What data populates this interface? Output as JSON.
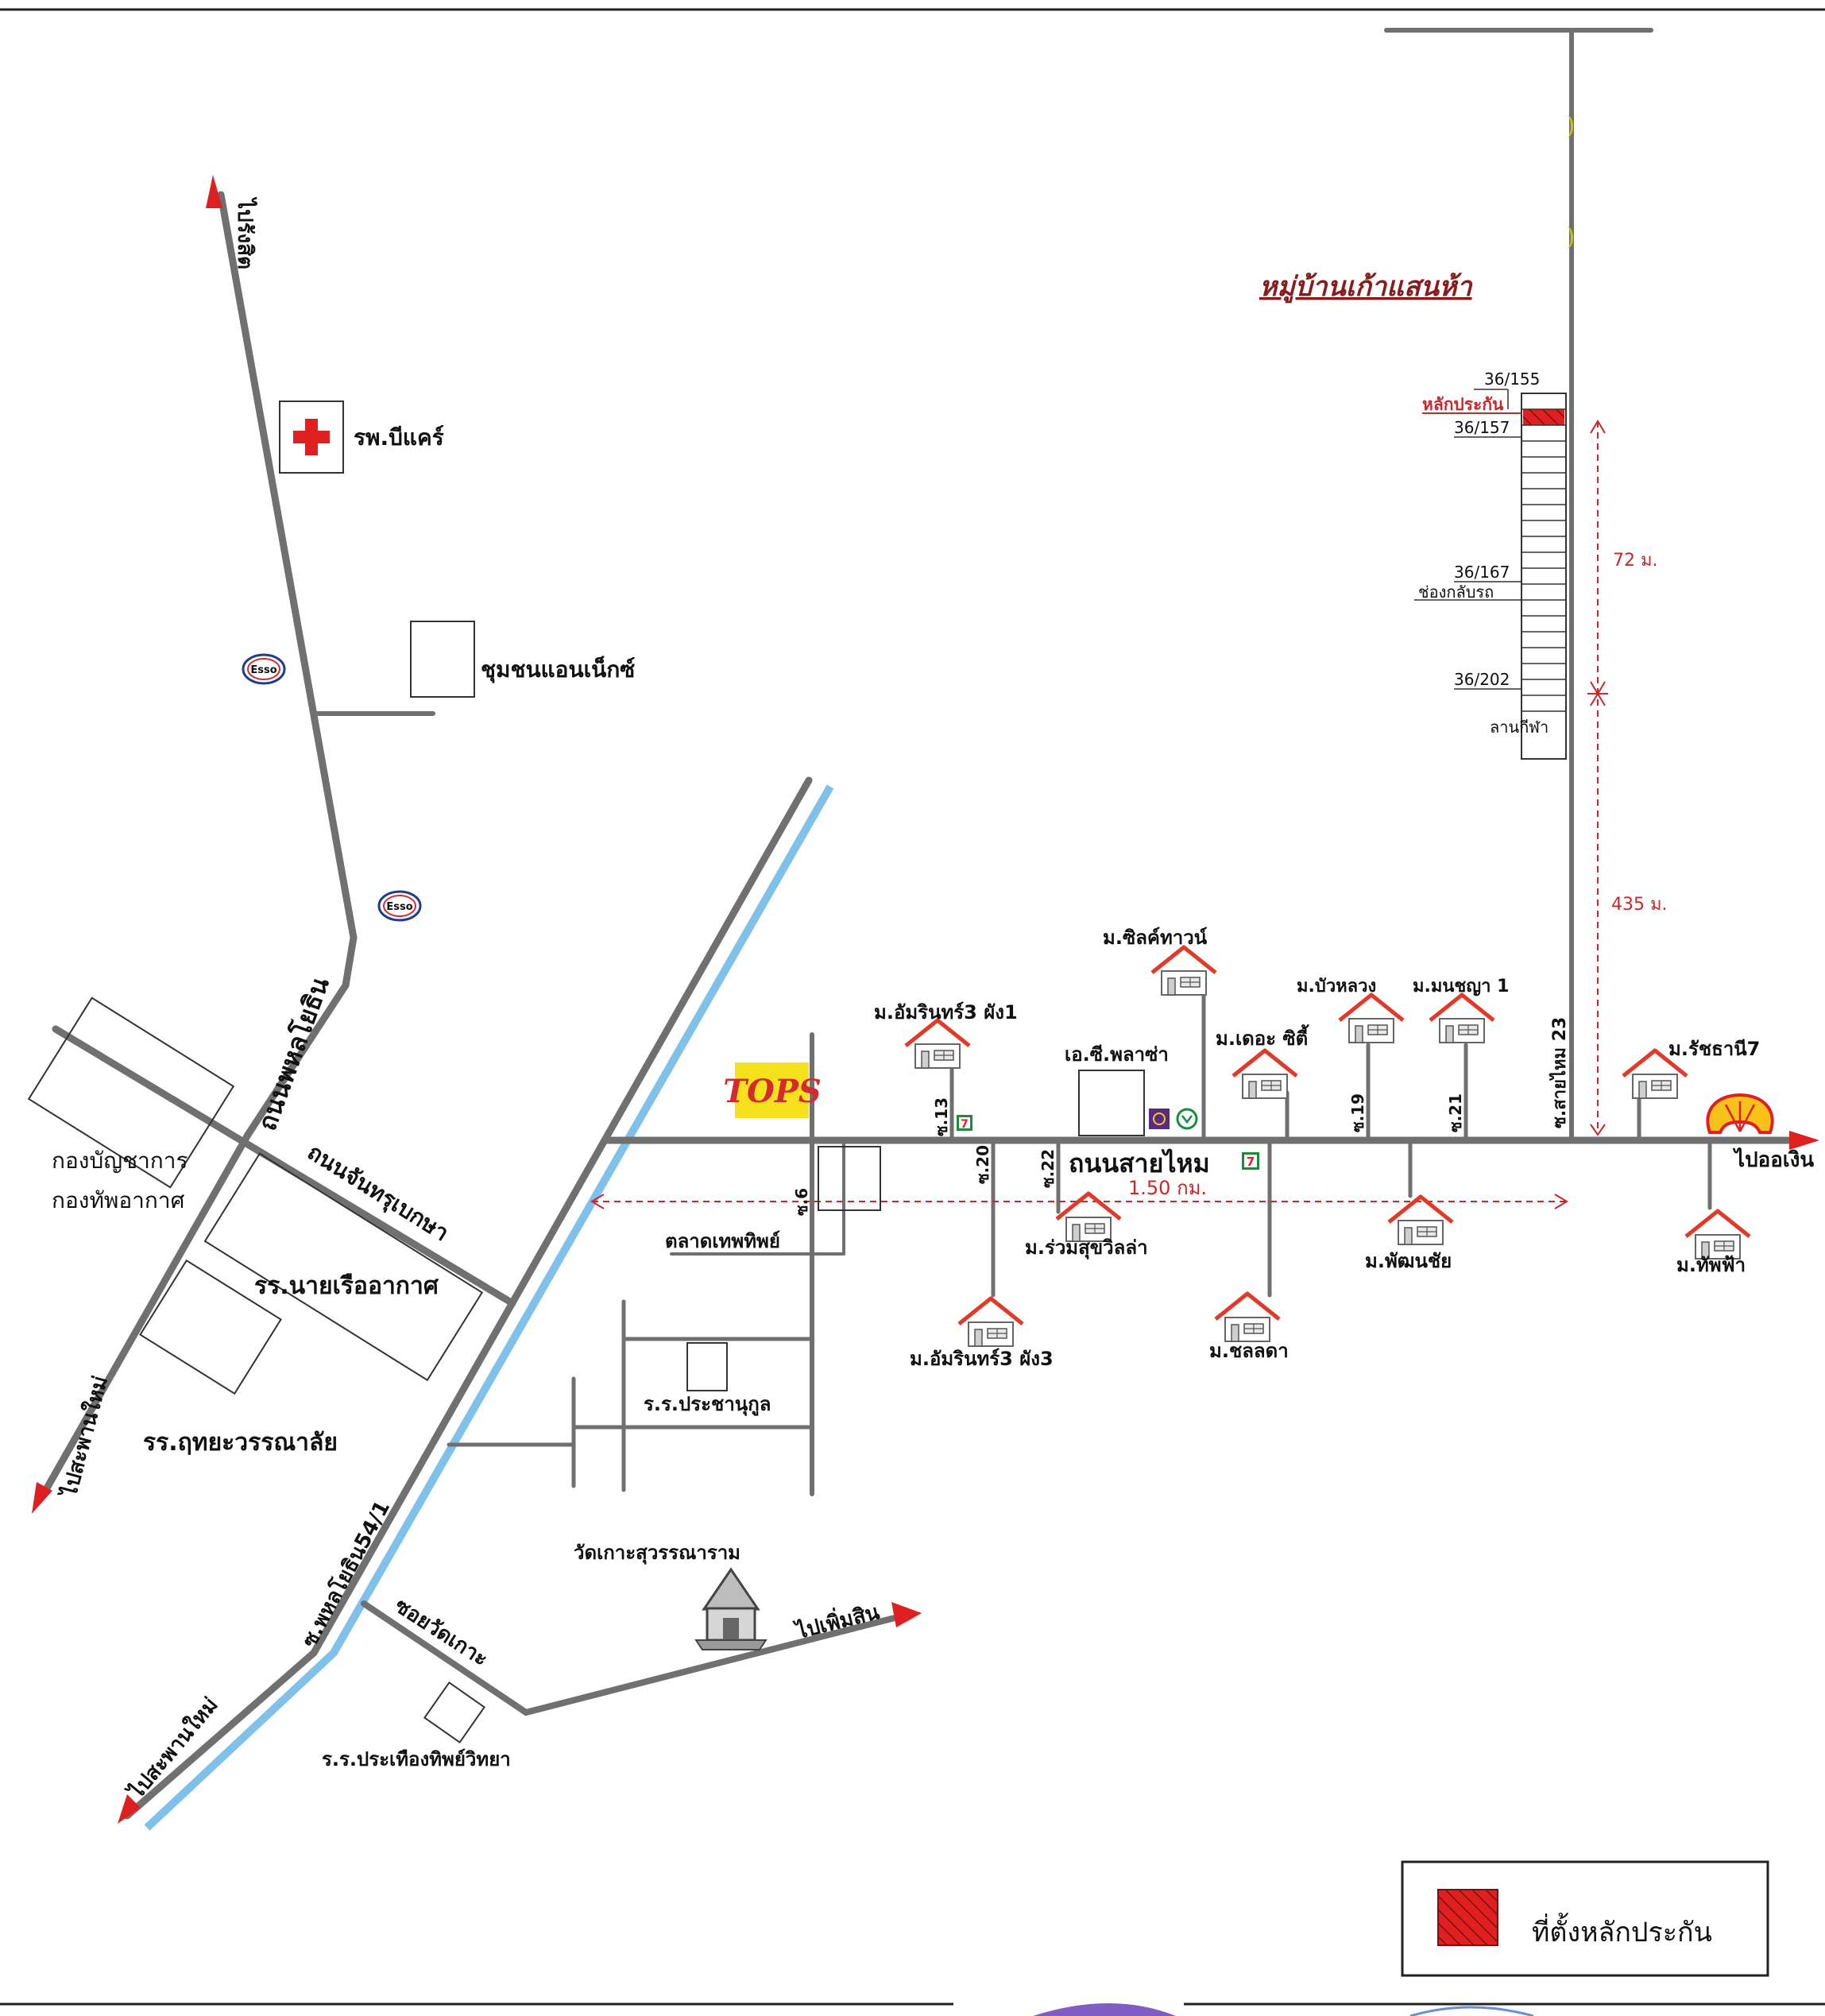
{
  "colors": {
    "road": "#707070",
    "canal": "#7fc1ea",
    "accent_red": "#e02020",
    "dim_red": "#c8282a",
    "tops_bg": "#f6e21c",
    "shell_yellow": "#f8c21a",
    "seven_green": "#1e8a3c",
    "esso_red": "#d42a2e",
    "esso_blue": "#1d3c8f"
  },
  "title": "หมู่บ้านเก้าแสนห้า",
  "roads": {
    "phahon_yothin": "ถนนพหลโยธิน",
    "chan_thurabeksa": "ถนนจันทรุเบกษา",
    "sai_mai": "ถนนสายไหม",
    "soi_phahon_54_1": "ซ.พหลโยธิน54/1",
    "soi_wat_ko": "ซอยวัดเกาะ",
    "soi_sai_mai_23": "ซ.สายไหม 23",
    "soi_6": "ซ.6",
    "soi_13": "ซ.13",
    "soi_19": "ซ.19",
    "soi_20": "ซ.20",
    "soi_21": "ซ.21",
    "soi_22": "ซ.22"
  },
  "directions": {
    "to_rangsit": "ไปรังสิต",
    "to_saphan_mai_1": "ไปสะพานใหม่",
    "to_saphan_mai_2": "ไปสะพานใหม่",
    "to_phoem_sin": "ไปเพิ่มสิน",
    "to_o_ngoen": "ไปออเงิน"
  },
  "places": {
    "b_care": "รพ.บีแคร์",
    "annex": "ชุมชนแอนเน็กซ์",
    "hq_line1": "กองบัญชาการ",
    "hq_line2": "กองทัพอากาศ",
    "air_school": "รร.นายเรืออากาศ",
    "ruethai": "รร.ฤทยะวรรณาลัย",
    "talad": "ตลาดเทพทิพย์",
    "prachanukul": "ร.ร.ประชานุกูล",
    "wat_ko": "วัดเกาะสุวรรณาราม",
    "pratueang": "ร.ร.ประเทืองทิพย์วิทยา",
    "ac_plaza": "เอ.ซี.พลาซ่า"
  },
  "villages": {
    "amarin1": "ม.อัมรินทร์3 ผัง1",
    "amarin3": "ม.อัมรินทร์3 ผัง3",
    "silk": "ม.ซิลค์ทาวน์",
    "the_city": "ม.เดอะ ซิตี้",
    "bua_luang": "ม.บัวหลวง",
    "monchaya": "ม.มนชญา 1",
    "ratchathani": "ม.รัชธานี7",
    "ruamsuk": "ม.ร่วมสุขวิลล่า",
    "chonlada": "ม.ชลลดา",
    "phatthana": "ม.พัฒนชัย",
    "thapfa": "ม.ทัพฟ้า"
  },
  "plot": {
    "num_top": "36/155",
    "collateral": "หลักประกัน",
    "num_157": "36/157",
    "num_167": "36/167",
    "u_turn": "ช่องกลับรถ",
    "num_202": "36/202",
    "sports": "ลานกีฬา"
  },
  "distances": {
    "d72": "72 ม.",
    "d435": "435 ม.",
    "d150": "1.50 กม."
  },
  "brands": {
    "esso": "Esso",
    "tops": "TOPS",
    "seven": "7"
  },
  "legend": {
    "label": "ที่ตั้งหลักประกัน"
  }
}
